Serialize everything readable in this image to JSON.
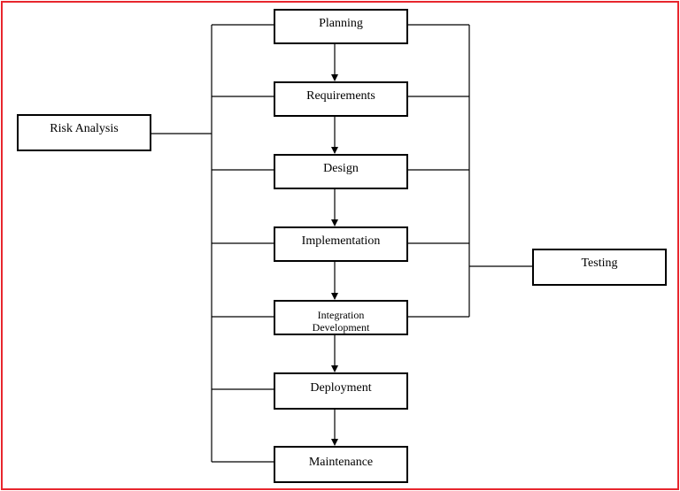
{
  "diagram": {
    "phases": [
      "Planning",
      "Requirements",
      "Design",
      "Implementation",
      "Integration",
      "Deployment",
      "Maintenance"
    ],
    "integration_line2": "Development",
    "risk_analysis": "Risk Analysis",
    "testing": "Testing"
  },
  "colors": {
    "frame": "#e8262e",
    "line": "#000000"
  }
}
